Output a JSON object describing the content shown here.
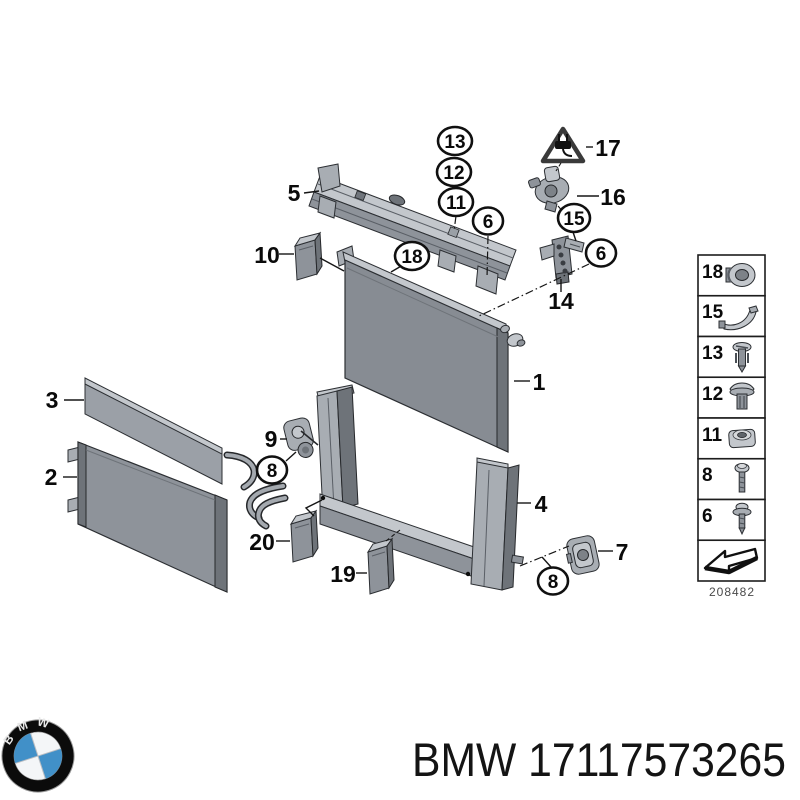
{
  "footer": {
    "logo_letters": "BMW",
    "part_label": "BMW 17117573265"
  },
  "diagram": {
    "code": "208482",
    "callouts": {
      "plain": [
        "5",
        "17",
        "16",
        "14",
        "10",
        "1",
        "3",
        "9",
        "2",
        "4",
        "20",
        "19",
        "7"
      ],
      "circled": [
        "13",
        "12",
        "11",
        "6",
        "15",
        "6",
        "18",
        "8",
        "8"
      ]
    },
    "legend": {
      "rows": [
        {
          "label": "18",
          "icon": "hose-clamp-icon"
        },
        {
          "label": "15",
          "icon": "pipe-bracket-icon"
        },
        {
          "label": "13",
          "icon": "expansion-rivet-icon"
        },
        {
          "label": "12",
          "icon": "expansion-rivet-flange-icon"
        },
        {
          "label": "11",
          "icon": "square-nut-icon"
        },
        {
          "label": "8",
          "icon": "screw-icon"
        },
        {
          "label": "6",
          "icon": "self-tapping-screw-icon"
        }
      ]
    },
    "colors": {
      "bmw_blue": "#4190c8"
    }
  }
}
